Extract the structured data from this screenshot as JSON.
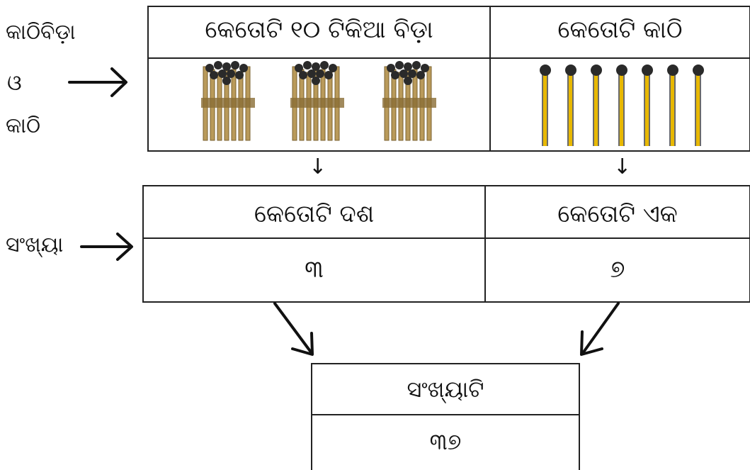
{
  "left_labels": {
    "bundles_sticks": "କାଠିବିଡ଼ା",
    "and": "ଓ",
    "sticks": "କାଠି",
    "number": "ସଂଖ୍ୟା"
  },
  "top_table": {
    "col1_header": "କେତୋଟି ୧୦ ଟିକିଆ ବିଡ଼ା",
    "col2_header": "କେତୋଟି କାଠି",
    "bundle_count": 3,
    "stick_count": 7
  },
  "mid_table": {
    "col1_header": "କେତୋଟି ଦଶ",
    "col2_header": "କେତୋଟି ଏକ",
    "col1_value": "୩",
    "col2_value": "୭"
  },
  "result_table": {
    "header": "ସଂଖ୍ୟାଟି",
    "value": "୩୭"
  },
  "arrows": {
    "small_down": "↓"
  },
  "colors": {
    "border": "#222222",
    "stick_yellow": "#e8b800",
    "stick_head": "#2a2a2a",
    "bundle_tan": "#b99a5a"
  }
}
